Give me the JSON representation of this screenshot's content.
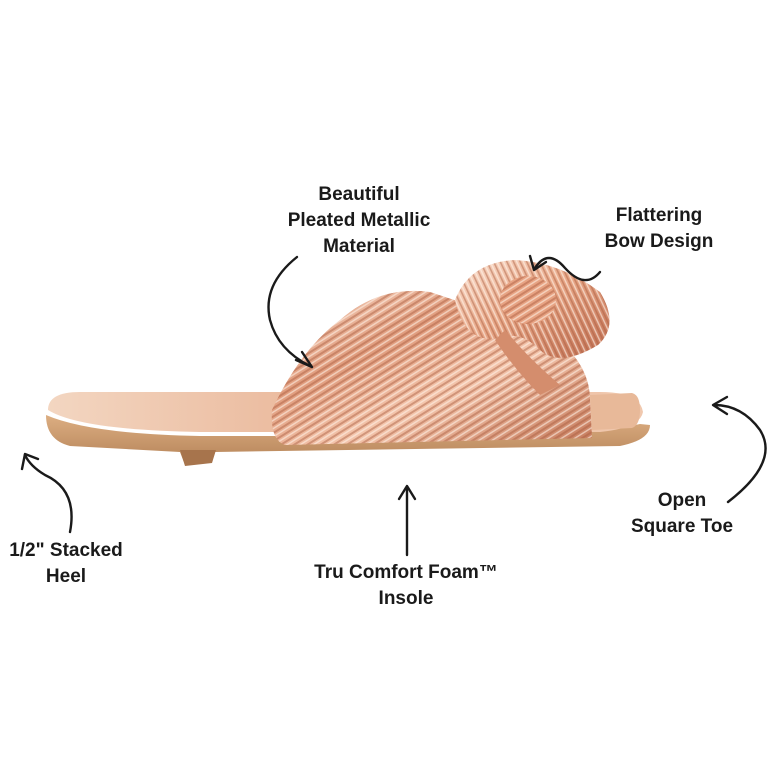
{
  "callouts": {
    "material": {
      "line1": "Beautiful",
      "line2": "Pleated Metallic",
      "line3": "Material"
    },
    "bow": {
      "line1": "Flattering",
      "line2": "Bow Design"
    },
    "heel": {
      "line1": "1/2\" Stacked",
      "line2": "Heel"
    },
    "insole": {
      "line1": "Tru Comfort Foam™",
      "line2": "Insole"
    },
    "toe": {
      "line1": "Open",
      "line2": "Square Toe"
    }
  },
  "colors": {
    "text": "#1a1a1a",
    "arrow": "#1a1a1a",
    "sole": "#c9966a",
    "metallic_light": "#f6d2bd",
    "metallic_mid": "#e2a182",
    "metallic_dark": "#b8674a",
    "footbed": "#efc9ad"
  }
}
